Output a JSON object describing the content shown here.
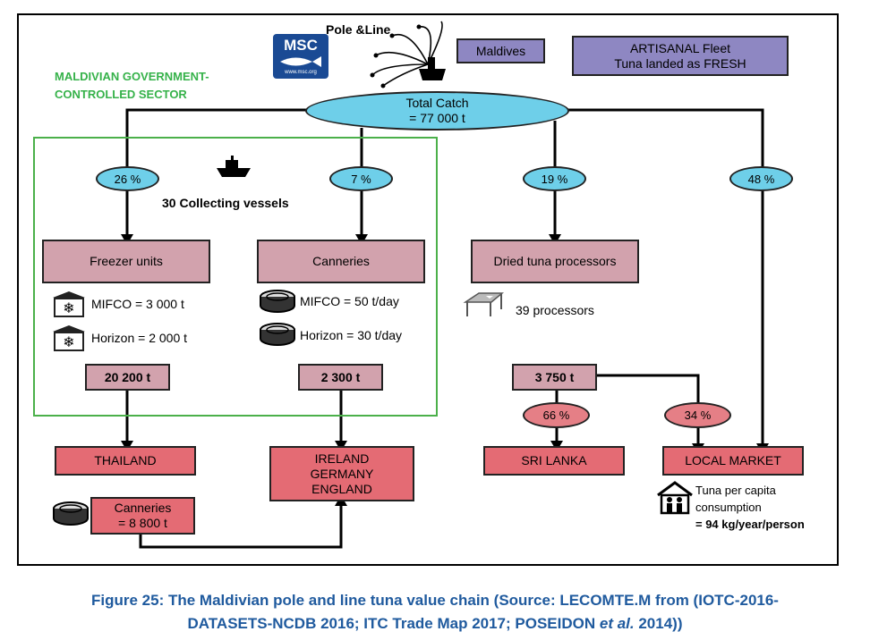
{
  "header": {
    "pole_line": "Pole &Line",
    "msc_logo": "MSC",
    "msc_url": "www.msc.org",
    "maldives": "Maldives",
    "artisanal_line1": "ARTISANAL Fleet",
    "artisanal_line2": "Tuna landed as FRESH"
  },
  "gov_sector": {
    "line1": "MALDIVIAN GOVERNMENT-",
    "line2": "CONTROLLED SECTOR"
  },
  "total_catch": {
    "line1": "Total Catch",
    "line2": "= 77 000 t"
  },
  "branches": {
    "freezer_pct": "26 %",
    "canneries_pct": "7 %",
    "dried_pct": "19 %",
    "local_pct": "48 %"
  },
  "collecting_vessels": "30 Collecting vessels",
  "freezer": {
    "label": "Freezer units",
    "mifco": "MIFCO = 3 000 t",
    "horizon": "Horizon = 2 000 t",
    "total": "20 200 t"
  },
  "canneries": {
    "label": "Canneries",
    "mifco": "MIFCO = 50 t/day",
    "horizon": "Horizon = 30 t/day",
    "total": "2 300  t"
  },
  "dried": {
    "label": "Dried tuna processors",
    "processors": "39 processors",
    "total": "3 750 t",
    "sri_pct": "66 %",
    "local_pct": "34 %"
  },
  "destinations": {
    "thailand": "THAILAND",
    "europe_line1": "IRELAND",
    "europe_line2": "GERMANY",
    "europe_line3": "ENGLAND",
    "sri_lanka": "SRI LANKA",
    "local_market": "LOCAL MARKET"
  },
  "thai_canneries": {
    "line1": "Canneries",
    "line2": "= 8 800 t"
  },
  "consumption": {
    "line1": "Tuna per capita",
    "line2": "consumption",
    "line3": "= 94 kg/year/person"
  },
  "caption": {
    "line1": "Figure 25: The Maldivian pole and line tuna value chain (Source: LECOMTE.M from (IOTC-2016-",
    "line2a": "DATASETS-NCDB 2016; ITC Trade Map 2017; POSEIDON ",
    "line2b": "et al.",
    "line2c": " 2014))"
  },
  "colors": {
    "pink_box": "#d2a2ad",
    "red_box": "#e46b74",
    "purple_box": "#8e87c2",
    "cyan_ellipse": "#6ecfe9",
    "green_border": "#4bb04a",
    "caption_blue": "#1f5a9e"
  }
}
